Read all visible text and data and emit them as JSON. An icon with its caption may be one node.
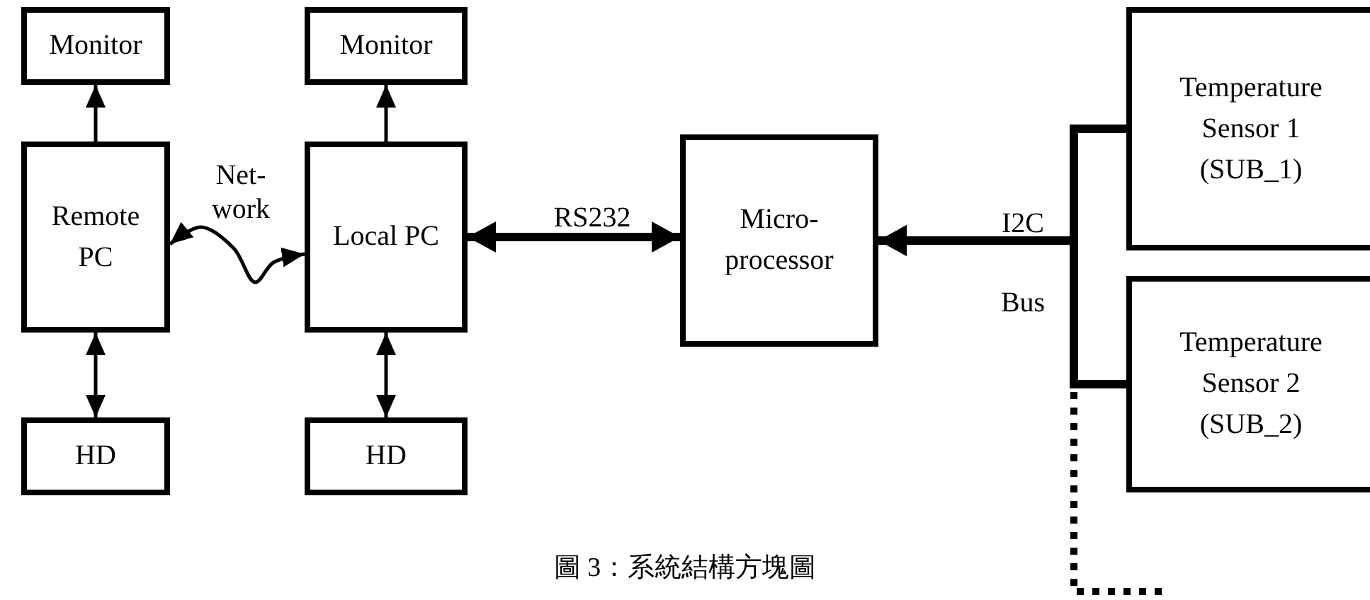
{
  "diagram": {
    "caption": "圖 3：系統結構方塊圖",
    "nodes": [
      {
        "text": [
          "Monitor"
        ]
      },
      {
        "text": [
          "Remote PC"
        ]
      },
      {
        "text": [
          "HD"
        ]
      },
      {
        "text": [
          "Monitor"
        ]
      },
      {
        "text": [
          "Local PC"
        ]
      },
      {
        "text": [
          "HD"
        ]
      },
      {
        "text": [
          "Micro- processor"
        ]
      },
      {
        "text": [
          "Temperature Sensor 1 (SUB_1)"
        ]
      },
      {
        "text": [
          "Temperature Sensor 2 (SUB_2)"
        ]
      }
    ],
    "edges": [
      {
        "from": 1,
        "to": 0,
        "arrow": "to"
      },
      {
        "from": 1,
        "to": 2,
        "arrow": "both"
      },
      {
        "from": 1,
        "to": 4,
        "arrow": "both",
        "label": "Net- work"
      },
      {
        "from": 4,
        "to": 3,
        "arrow": "to"
      },
      {
        "from": 4,
        "to": 5,
        "arrow": "both"
      },
      {
        "from": 4,
        "to": 6,
        "arrow": "both",
        "label": "RS232",
        "style": "thick"
      },
      {
        "from": null,
        "to": 6,
        "arrow": "to",
        "style": "dashed"
      },
      {
        "from": 7,
        "to": 6,
        "arrow": "to",
        "label": "I2C Bus",
        "style": "thick"
      },
      {
        "from": 8,
        "to": 6,
        "arrow": "to",
        "style": "thick"
      }
    ]
  }
}
